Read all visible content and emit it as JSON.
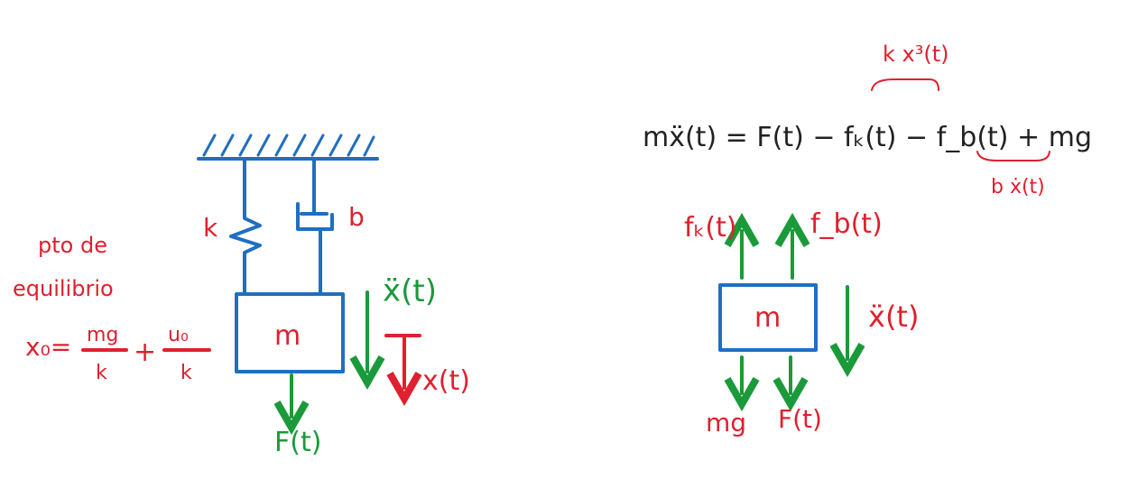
{
  "colors": {
    "blue": "#1f6fc0",
    "red": "#e0202e",
    "green": "#1a9a3a",
    "black": "#222222"
  },
  "left_diagram": {
    "spring_label": "k",
    "damper_label": "b",
    "mass_label": "m",
    "accel_label": "ẍ(t)",
    "disp_label": "x(t)",
    "force_label": "F(t)",
    "equilibrium_line1": "pto de",
    "equilibrium_line2": "equilibrio",
    "eq_lhs": "x₀=",
    "eq_num1": "mg",
    "eq_den1": "k",
    "eq_plus": "+",
    "eq_num2": "u₀",
    "eq_den2": "k"
  },
  "equation": {
    "main": "mẍ(t) = F(t) − ",
    "fk": "fₖ(t)",
    "minus": " − ",
    "fb": "f_b(t)",
    "tail": " + mg",
    "fk_annotation": "k x³(t)",
    "fb_annotation": "b ẋ(t)"
  },
  "right_diagram": {
    "mass_label": "m",
    "fk_label": "fₖ(t)",
    "fb_label": "f_b(t)",
    "accel_label": "ẍ(t)",
    "weight_label": "mg",
    "force_label": "F(t)"
  }
}
